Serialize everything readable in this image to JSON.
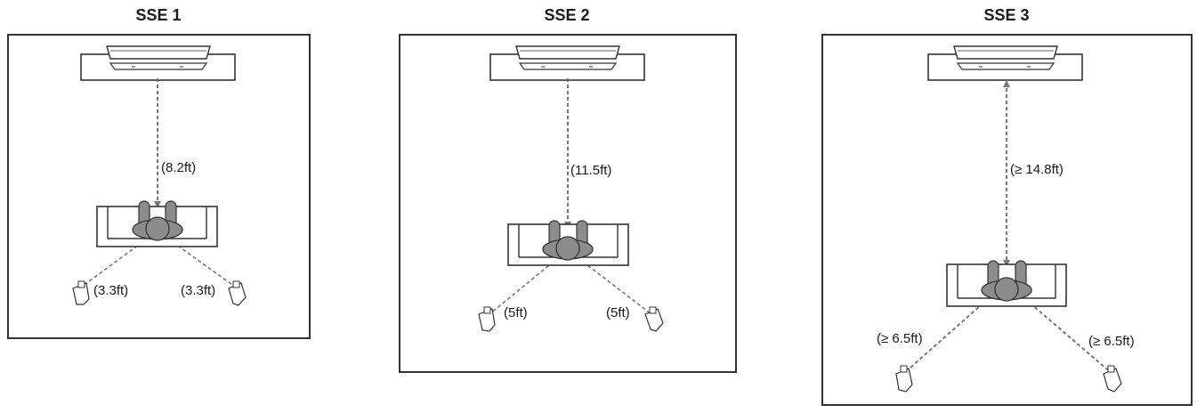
{
  "setups": [
    {
      "title": "SSE 1",
      "tv_distance": "(8.2ft)",
      "left_speaker_distance": "(3.3ft)",
      "right_speaker_distance": "(3.3ft)"
    },
    {
      "title": "SSE 2",
      "tv_distance": "(11.5ft)",
      "left_speaker_distance": "(5ft)",
      "right_speaker_distance": "(5ft)"
    },
    {
      "title": "SSE 3",
      "tv_distance": "(≥ 14.8ft)",
      "left_speaker_distance": "(≥ 6.5ft)",
      "right_speaker_distance": "(≥ 6.5ft)"
    }
  ],
  "colors": {
    "line": "#333333",
    "dashed": "#777777",
    "person": "#8c8c8c",
    "person_dark": "#6d6d6d"
  },
  "icons": [
    "tv-icon",
    "sofa-icon",
    "person-icon",
    "speaker-icon"
  ]
}
